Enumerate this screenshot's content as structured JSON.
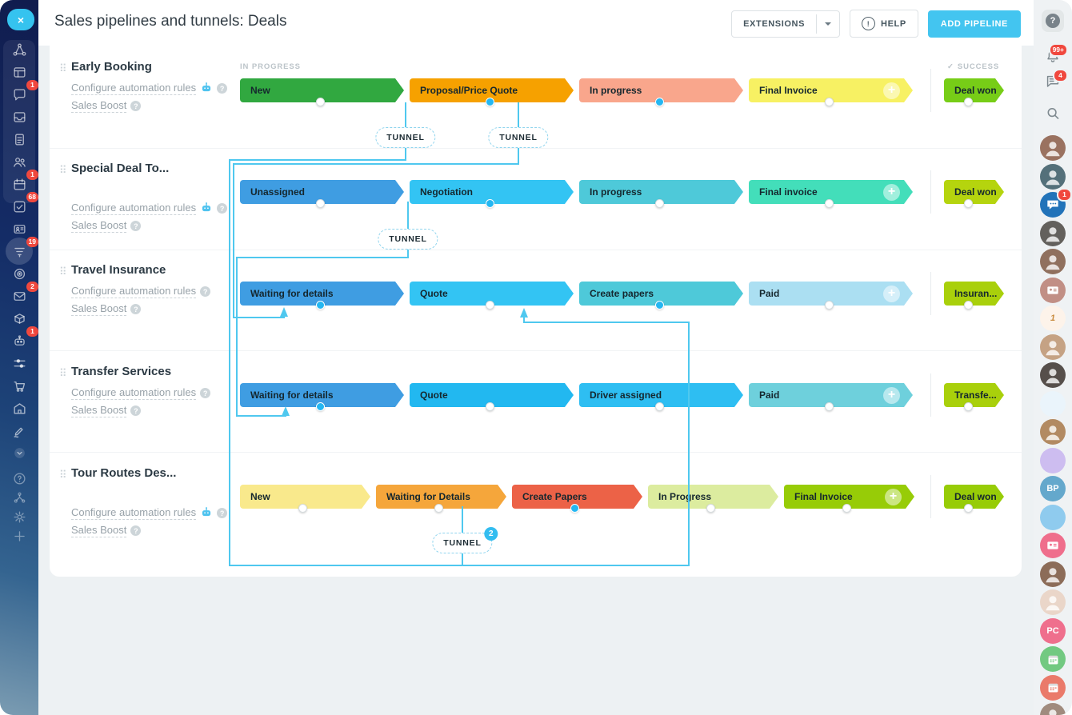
{
  "header": {
    "title": "Sales pipelines and tunnels: Deals",
    "extensions": "EXTENSIONS",
    "help": "HELP",
    "add_pipeline": "ADD PIPELINE"
  },
  "board": {
    "in_progress_label": "IN PROGRESS",
    "success_label": "SUCCESS",
    "tunnel_label": "TUNNEL",
    "tunnel_badge": "2",
    "configure_label": "Configure automation rules",
    "sales_boost_label": "Sales Boost"
  },
  "icons": {
    "question_glyph": "?",
    "check_glyph": "✓",
    "close_glyph": "×",
    "plus_glyph": "+",
    "exclaim_glyph": "!",
    "drag_glyph": "⠿"
  },
  "colors": {
    "accent": "#43c5f0",
    "tunnel_line": "#4fc8ef",
    "badge_red": "#f0483e",
    "dot_filled": "#25b7f2"
  },
  "pipelines": [
    {
      "name": "Early Booking",
      "robot": true,
      "stages": [
        {
          "label": "New",
          "color": "#31a840",
          "filled": false
        },
        {
          "label": "Proposal/Price Quote",
          "color": "#f6a100",
          "filled": true
        },
        {
          "label": "In progress",
          "color": "#f9a68c",
          "filled": true
        },
        {
          "label": "Final Invoice",
          "color": "#f7f163",
          "filled": false,
          "plus": true
        }
      ],
      "success": {
        "label": "Deal won",
        "color": "#77cd17"
      }
    },
    {
      "name": "Special Deal To...",
      "robot": true,
      "stages": [
        {
          "label": "Unassigned",
          "color": "#3f9de2",
          "filled": false
        },
        {
          "label": "Negotiation",
          "color": "#33c4f3",
          "filled": true
        },
        {
          "label": "In progress",
          "color": "#4ec9d9",
          "filled": false
        },
        {
          "label": "Final invoice",
          "color": "#43deba",
          "filled": false,
          "plus": true
        }
      ],
      "success": {
        "label": "Deal won",
        "color": "#b5d40e"
      }
    },
    {
      "name": "Travel Insurance",
      "robot": false,
      "stages": [
        {
          "label": "Waiting for details",
          "color": "#3f9de2",
          "filled": true
        },
        {
          "label": "Quote",
          "color": "#33c4f3",
          "filled": false
        },
        {
          "label": "Create papers",
          "color": "#4ec9d9",
          "filled": true
        },
        {
          "label": "Paid",
          "color": "#abdff2",
          "filled": false,
          "plus": true
        }
      ],
      "success": {
        "label": "Insuran...",
        "color": "#a9d00b"
      }
    },
    {
      "name": "Transfer Services",
      "robot": false,
      "stages": [
        {
          "label": "Waiting for details",
          "color": "#3f9de2",
          "filled": true
        },
        {
          "label": "Quote",
          "color": "#22b8f0",
          "filled": false
        },
        {
          "label": "Driver assigned",
          "color": "#2ebef2",
          "filled": false
        },
        {
          "label": "Paid",
          "color": "#6ed0dc",
          "filled": false,
          "plus": true
        }
      ],
      "success": {
        "label": "Transfe...",
        "color": "#a9d00b"
      }
    },
    {
      "name": "Tour Routes Des...",
      "robot": true,
      "stages": [
        {
          "label": "New",
          "color": "#f9e98c",
          "filled": false
        },
        {
          "label": "Waiting for Details",
          "color": "#f5a63b",
          "filled": false
        },
        {
          "label": "Create Papers",
          "color": "#ec6247",
          "filled": true
        },
        {
          "label": "In Progress",
          "color": "#dcec9f",
          "filled": false
        },
        {
          "label": "Final Invoice",
          "color": "#97cc07",
          "filled": false,
          "plus": true
        }
      ],
      "success": {
        "label": "Deal won",
        "color": "#97cc07"
      }
    }
  ],
  "left_sidebar": {
    "items": [
      {
        "name": "projects-icon"
      },
      {
        "name": "overview-panel-icon"
      },
      {
        "name": "chat-icon",
        "badge": "1"
      },
      {
        "name": "inbox-icon"
      },
      {
        "name": "documents-icon"
      },
      {
        "name": "contacts-icon"
      },
      {
        "name": "calendar-icon",
        "badge": "1"
      },
      {
        "name": "tasks-check-icon",
        "badge": "68"
      },
      {
        "name": "id-card-icon"
      },
      {
        "name": "sales-funnel-icon",
        "badge": "19",
        "active": true
      },
      {
        "name": "goals-target-icon"
      },
      {
        "name": "mail-icon",
        "badge": "2"
      },
      {
        "name": "storage-box-icon"
      },
      {
        "name": "robot-icon",
        "badge": "1"
      },
      {
        "name": "filters-sliders-icon"
      },
      {
        "name": "cart-icon"
      },
      {
        "name": "company-home-icon"
      },
      {
        "name": "signature-pen-icon"
      },
      {
        "name": "collapse-circle-icon"
      },
      {
        "name": "help-circle-icon",
        "dim": true
      },
      {
        "name": "integrations-icon",
        "dim": true
      },
      {
        "name": "settings-gear-icon",
        "dim": true
      },
      {
        "name": "add-plus-icon",
        "dim": true
      }
    ]
  },
  "right_sidebar": {
    "items": [
      {
        "name": "help-button",
        "type": "help"
      },
      {
        "name": "notifications-bell-icon",
        "type": "bell",
        "badge": "99+"
      },
      {
        "name": "chat-threads-icon",
        "type": "chat",
        "badge": "4"
      },
      {
        "name": "search-icon",
        "type": "search"
      },
      {
        "name": "avatar",
        "type": "avatar",
        "color": "#9a7260"
      },
      {
        "name": "avatar",
        "type": "avatar",
        "color": "#54707a"
      },
      {
        "name": "group-chat-bubble",
        "type": "bubble",
        "color": "#2273b9",
        "badge": "1"
      },
      {
        "name": "avatar",
        "type": "avatar",
        "color": "#63605c"
      },
      {
        "name": "avatar",
        "type": "avatar",
        "color": "#90705e"
      },
      {
        "name": "contact-card-icon",
        "type": "card",
        "color": "#c18f85"
      },
      {
        "name": "celebration-illustration",
        "type": "illus",
        "color": "#fdf3ea",
        "label": "1"
      },
      {
        "name": "avatar",
        "type": "avatar",
        "color": "#c5a284"
      },
      {
        "name": "avatar",
        "type": "avatar",
        "color": "#564f4b"
      },
      {
        "name": "illustration",
        "type": "illus",
        "color": "#eaf4fb"
      },
      {
        "name": "avatar",
        "type": "avatar",
        "color": "#b28a62"
      },
      {
        "name": "illustration",
        "type": "illus",
        "color": "#cdbdf0"
      },
      {
        "name": "initials-avatar",
        "type": "initials",
        "label": "BP",
        "color": "#64a8cc"
      },
      {
        "name": "illustration",
        "type": "illus",
        "color": "#8fcbee"
      },
      {
        "name": "contact-card-icon",
        "type": "card",
        "color": "#ef6e8c"
      },
      {
        "name": "avatar",
        "type": "avatar",
        "color": "#8c6c58"
      },
      {
        "name": "avatar",
        "type": "avatar",
        "color": "#ead6c9"
      },
      {
        "name": "initials-avatar",
        "type": "initials",
        "label": "PC",
        "color": "#ef6f8d"
      },
      {
        "name": "calendar-green-icon",
        "type": "calendar",
        "color": "#72c981"
      },
      {
        "name": "calendar-red-icon",
        "type": "calendar",
        "color": "#ea7a6a"
      },
      {
        "name": "avatar",
        "type": "avatar",
        "color": "#a08b7e"
      }
    ]
  }
}
